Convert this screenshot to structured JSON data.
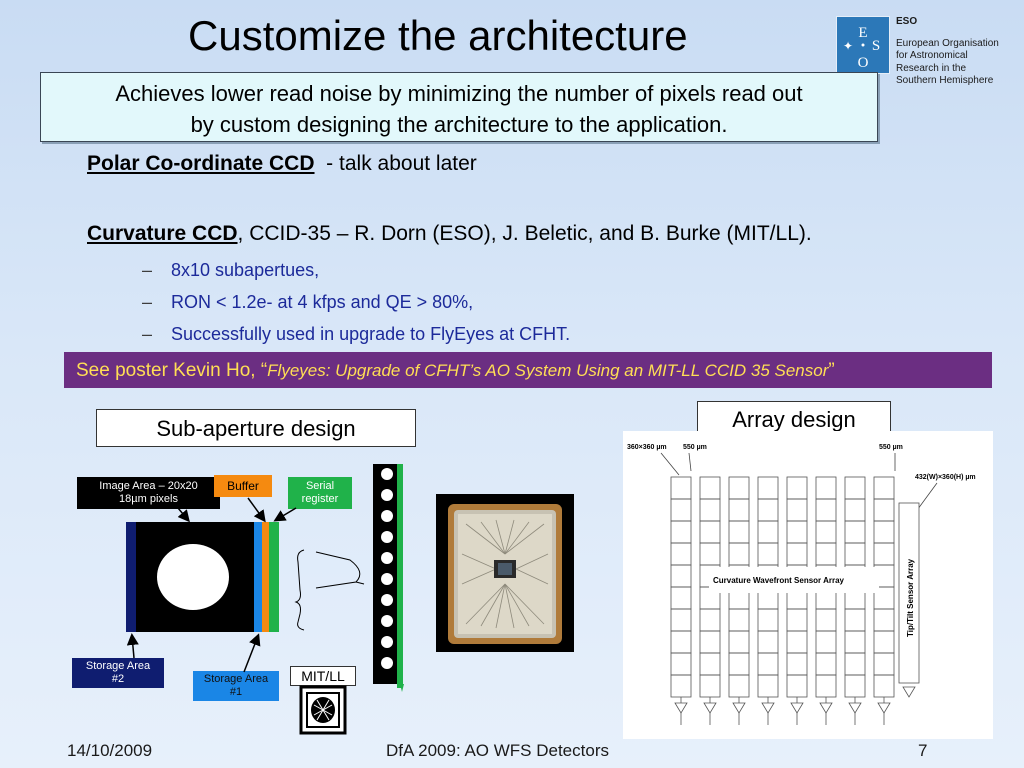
{
  "slide": {
    "title": "Customize the architecture",
    "callout": [
      "Achieves lower read noise by minimizing the number of pixels read out",
      "by custom designing the architecture to the application."
    ],
    "polar": {
      "heading": "Polar Co-ordinate CCD",
      "rest": "  - talk about later"
    },
    "curvature": {
      "heading": "Curvature CCD",
      "rest": ", CCID-35 – R. Dorn (ESO), J. Beletic, and B. Burke (MIT/LL)."
    },
    "bullets": [
      "8x10 subapertues,",
      "RON < 1.2e- at 4 kfps and QE > 80%,",
      "Successfully used in upgrade to FlyEyes at CFHT."
    ],
    "bullet_dash": "–",
    "banner": {
      "prefix": "See poster Kevin Ho, “",
      "italic": "Flyeyes: Upgrade of CFHT’s AO System Using an MIT-LL CCID 35 Sensor",
      "suffix": "”"
    }
  },
  "logo": {
    "org": "ESO",
    "lines": [
      "European Organisation",
      "for Astronomical",
      "Research in the",
      "Southern Hemisphere"
    ],
    "mark_letters": [
      "E",
      "S",
      "O"
    ]
  },
  "subaperture": {
    "label": "Sub-aperture design",
    "image_area": [
      "Image Area – 20x20",
      "18µm pixels"
    ],
    "buffer": "Buffer",
    "serial": [
      "Serial",
      "register"
    ],
    "storage2": [
      "Storage Area",
      "#2"
    ],
    "storage1": [
      "Storage Area",
      "#1"
    ],
    "mitll": "MIT/LL"
  },
  "array": {
    "label": "Array design",
    "dim_pixel": "360×360 µm",
    "dim_gap1": "550 µm",
    "dim_gap2": "550 µm",
    "dim_tiptilt": "432(W)×360(H) µm",
    "center_label": "Curvature Wavefront Sensor Array",
    "side_label": "Tip/Tilt Sensor Array"
  },
  "footer": {
    "date": "14/10/2009",
    "center": "DfA 2009: AO WFS Detectors",
    "page": "7"
  },
  "colors": {
    "banner_bg": "#6b2e82",
    "banner_text": "#ffde55",
    "bullet_text": "#1c2a9a",
    "callout_bg": "#e2f8fb"
  }
}
